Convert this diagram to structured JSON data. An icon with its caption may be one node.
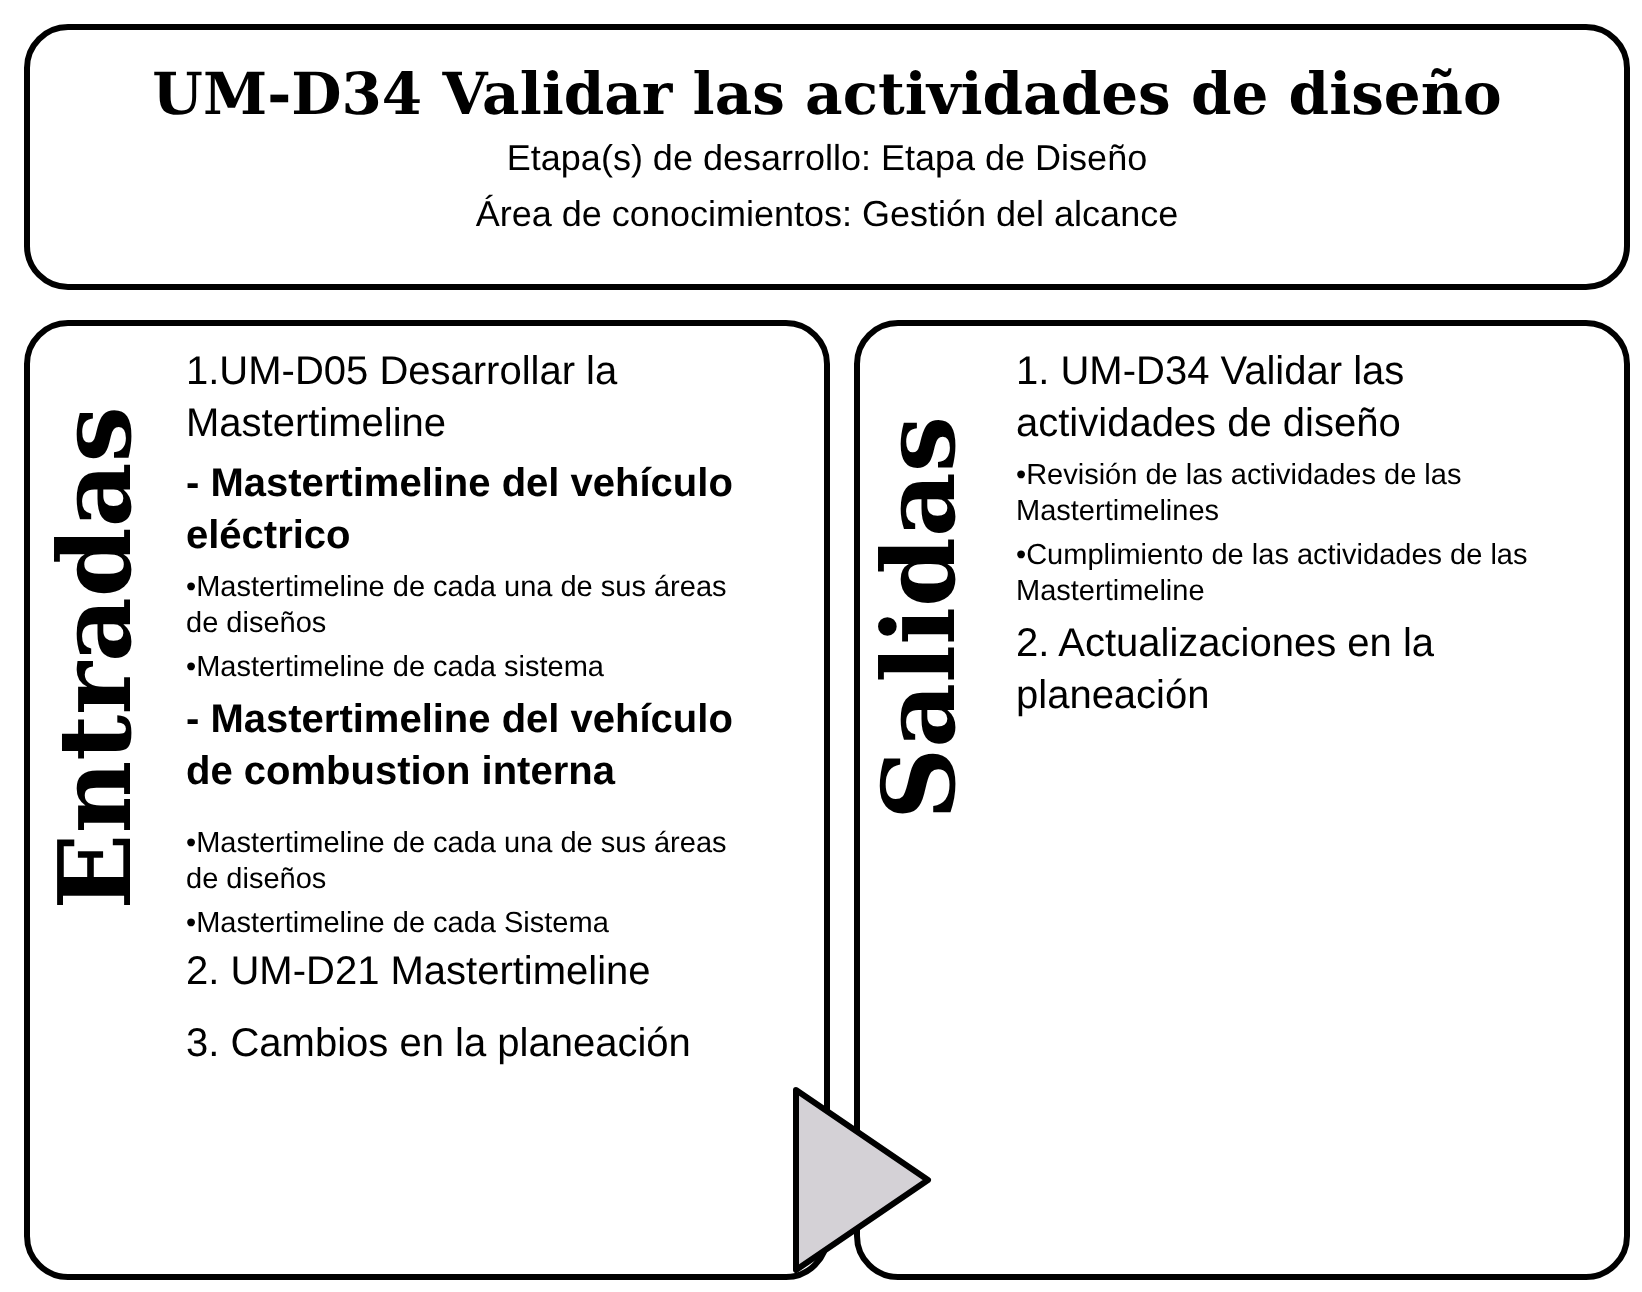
{
  "diagram": {
    "nodes": [
      {
        "text": [
          "UM-D34 Validar las actividades de diseño",
          "Etapa(s) de desarrollo: Etapa de Diseño",
          "Área de conocimientos: Gestión del alcance"
        ]
      },
      {
        "text": [
          "Entradas",
          "1.UM-D05 Desarrollar la Mastertimeline",
          "- Mastertimeline del vehículo eléctrico",
          "•Mastertimeline de cada una de sus áreas de diseños",
          "•Mastertimeline de cada sistema",
          "- Mastertimeline del vehículo de combustion interna",
          "•Mastertimeline de cada una de sus áreas de diseños",
          "•Mastertimeline de cada Sistema",
          "2. UM-D21 Mastertimeline",
          "3. Cambios en la planeación"
        ]
      },
      {
        "text": [
          "Salidas",
          "1. UM-D34 Validar las actividades de diseño",
          "•Revisión de las actividades de las Mastertimelines",
          "•Cumplimiento de las actividades de las Mastertimeline",
          "2. Actualizaciones en la planeación"
        ]
      }
    ],
    "edges": [
      {
        "from": 1,
        "to": 2,
        "arrow": "to"
      }
    ]
  }
}
